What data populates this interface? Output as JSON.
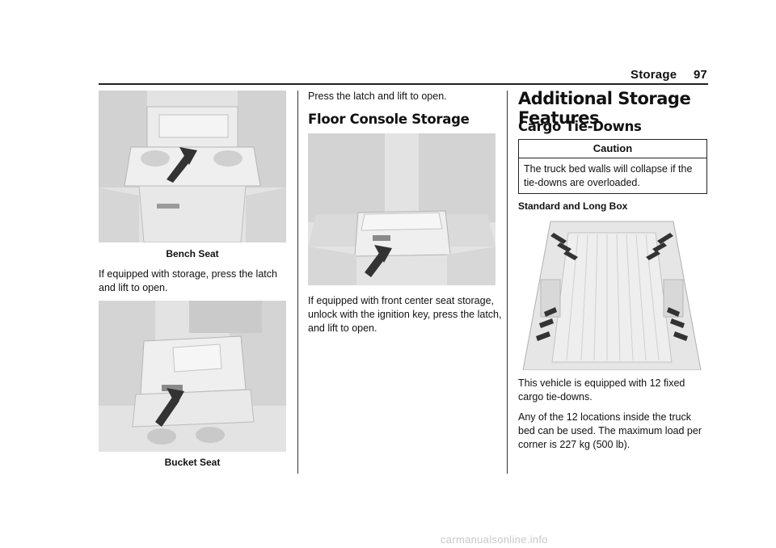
{
  "header": {
    "section": "Storage",
    "page_number": "97"
  },
  "col1": {
    "figure1_caption": "Bench Seat",
    "para1": "If equipped with storage, press the latch and lift to open.",
    "figure2_caption": "Bucket Seat"
  },
  "col2": {
    "para_top": "Press the latch and lift to open.",
    "heading": "Floor Console Storage",
    "para1": "If equipped with front center seat storage, unlock with the ignition key, press the latch, and lift to open."
  },
  "col3": {
    "heading": "Additional Storage Features",
    "subheading": "Cargo Tie-Downs",
    "caution": {
      "title": "Caution",
      "text": "The truck bed walls will collapse if the tie-downs are overloaded."
    },
    "figure_label": "Standard and Long Box",
    "para1": "This vehicle is equipped with 12 fixed cargo tie-downs.",
    "para2": "Any of the 12 locations inside the truck bed can be used. The maximum load per corner is 227 kg (500 lb)."
  },
  "watermark": "carmanualsonline.info",
  "colors": {
    "figure_bg": "#dcdcdc",
    "arrow": "#333333",
    "rule": "#222222"
  }
}
